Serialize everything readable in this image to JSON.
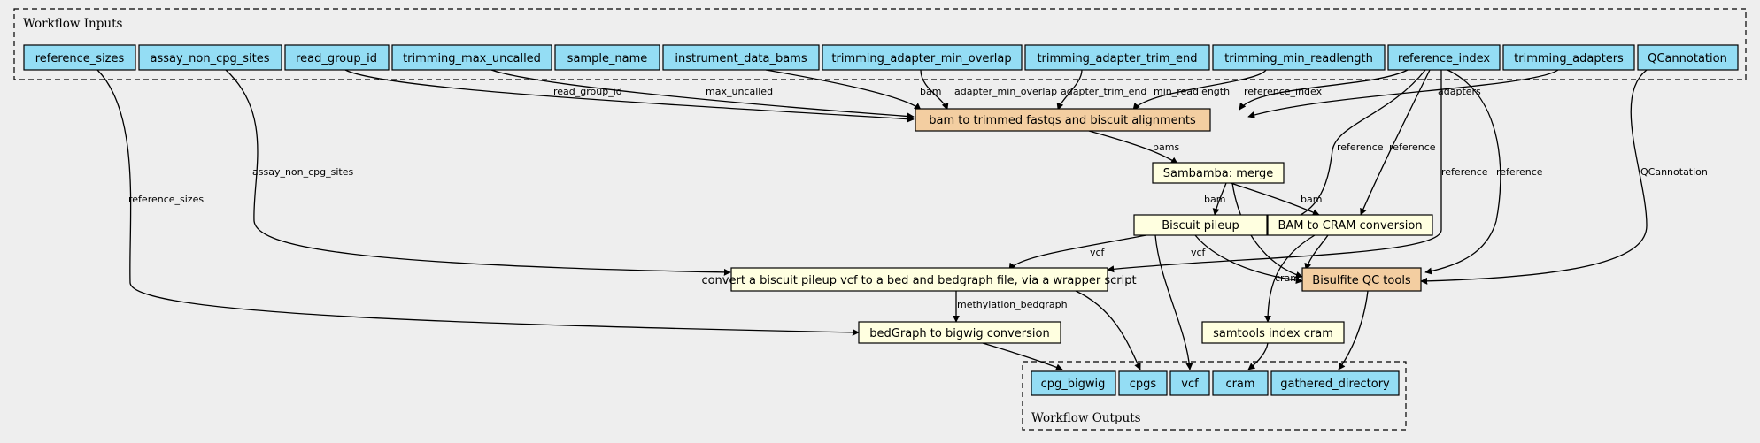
{
  "colors": {
    "background": "#eeeeee",
    "io_node": "#94ddf4",
    "step_node": "#ffffe0",
    "workflow_step_node": "#f3cea1",
    "edge": "#000000"
  },
  "clusters": {
    "inputs_label": "Workflow Inputs",
    "outputs_label": "Workflow Outputs"
  },
  "inputs": {
    "reference_sizes": "reference_sizes",
    "assay_non_cpg_sites": "assay_non_cpg_sites",
    "read_group_id": "read_group_id",
    "trimming_max_uncalled": "trimming_max_uncalled",
    "sample_name": "sample_name",
    "instrument_data_bams": "instrument_data_bams",
    "trimming_adapter_min_overlap": "trimming_adapter_min_overlap",
    "trimming_adapter_trim_end": "trimming_adapter_trim_end",
    "trimming_min_readlength": "trimming_min_readlength",
    "reference_index": "reference_index",
    "trimming_adapters": "trimming_adapters",
    "QCannotation": "QCannotation"
  },
  "steps": {
    "bam_to_trimmed": "bam to trimmed fastqs and biscuit alignments",
    "sambamba_merge": "Sambamba: merge",
    "biscuit_pileup": "Biscuit pileup",
    "bam_to_cram": "BAM to CRAM conversion",
    "convert_pileup": "convert a biscuit pileup vcf to a bed and bedgraph file, via a wrapper script",
    "bisulfite_qc": "Bisulfite QC tools",
    "samtools_index": "samtools index cram",
    "bedgraph_to_bigwig": "bedGraph to bigwig conversion"
  },
  "outputs": {
    "cpg_bigwig": "cpg_bigwig",
    "cpgs": "cpgs",
    "vcf": "vcf",
    "cram": "cram",
    "gathered_directory": "gathered_directory"
  },
  "edge_labels": {
    "read_group_id": "read_group_id",
    "max_uncalled": "max_uncalled",
    "bam": "bam",
    "adapter_min_overlap": "adapter_min_overlap",
    "adapter_trim_end": "adapter_trim_end",
    "min_readlength": "min_readlength",
    "reference_index": "reference_index",
    "adapters": "adapters",
    "bams": "bams",
    "assay_non_cpg_sites": "assay_non_cpg_sites",
    "reference_sizes": "reference_sizes",
    "reference": "reference",
    "QCannotation": "QCannotation",
    "vcf": "vcf",
    "cram": "cram",
    "methylation_bedgraph": "methylation_bedgraph"
  }
}
